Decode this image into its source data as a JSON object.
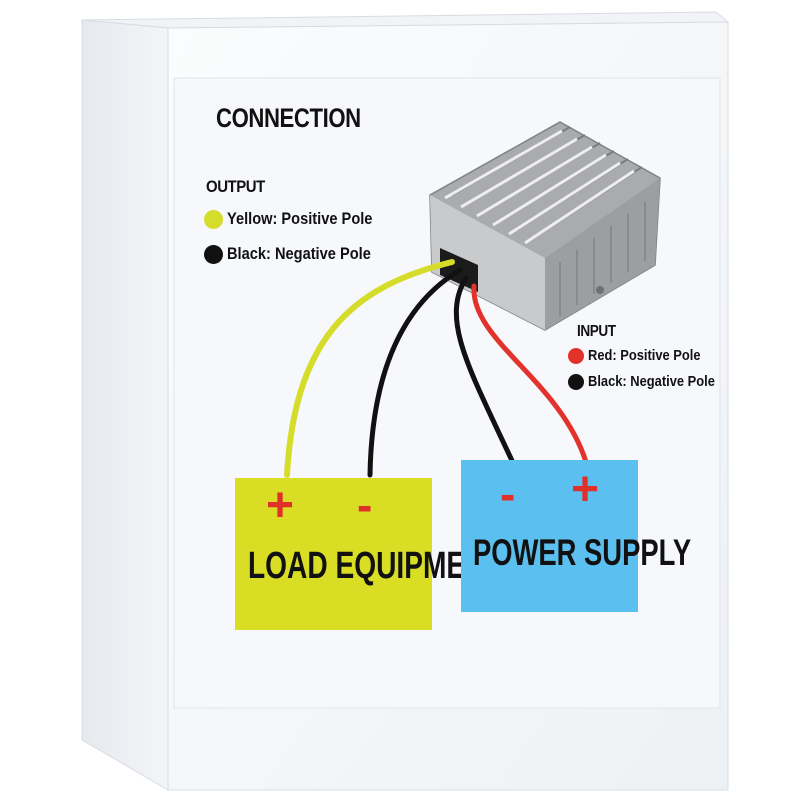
{
  "title": "CONNECTION",
  "output": {
    "heading": "OUTPUT",
    "items": [
      {
        "color": "#d6dc2a",
        "label": "Yellow: Positive Pole"
      },
      {
        "color": "#111111",
        "label": "Black: Negative Pole"
      }
    ]
  },
  "input": {
    "heading": "INPUT",
    "items": [
      {
        "color": "#e3312b",
        "label": "Red: Positive Pole"
      },
      {
        "color": "#111111",
        "label": "Black: Negative Pole"
      }
    ]
  },
  "load": {
    "label": "LOAD EQUIPMENT",
    "plus": "+",
    "minus": "-",
    "color": "#d9de24"
  },
  "power": {
    "label": "POWER SUPPLY",
    "plus": "+",
    "minus": "-",
    "color": "#5bc0ef"
  },
  "wire_colors": {
    "yellow": "#d6dc2a",
    "black": "#111111",
    "red": "#e3312b"
  }
}
